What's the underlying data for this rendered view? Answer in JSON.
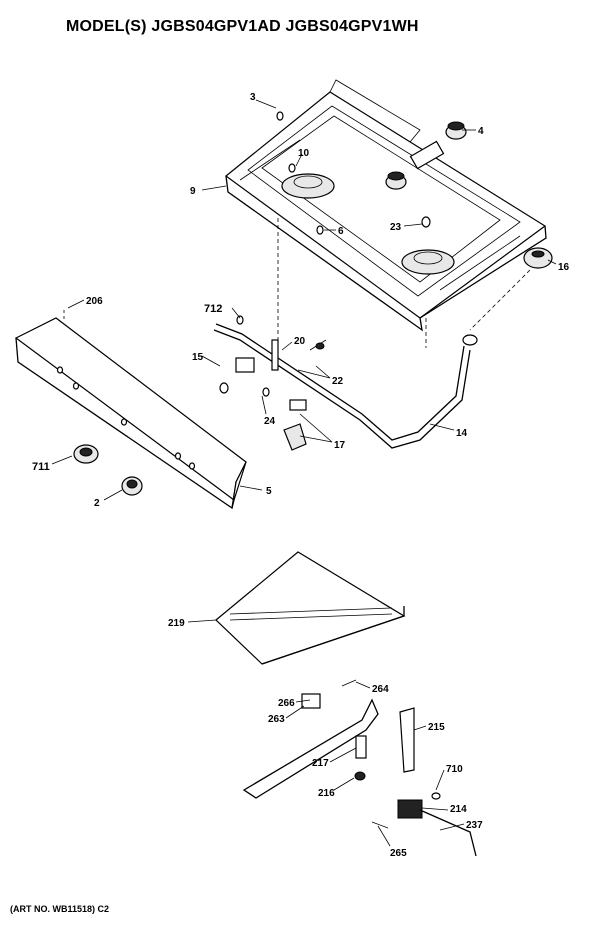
{
  "header": {
    "title": "MODEL(S) JGBS04GPV1AD  JGBS04GPV1WH"
  },
  "footer": {
    "art_no": "(ART NO. WB11518) C2"
  },
  "parts": {
    "p3": "3",
    "p4": "4",
    "p10": "10",
    "p9": "9",
    "p6": "6",
    "p23": "23",
    "p16": "16",
    "p206": "206",
    "p712": "712",
    "p20": "20",
    "p15": "15",
    "p22": "22",
    "p24": "24",
    "p17": "17",
    "p14": "14",
    "p711": "711",
    "p2": "2",
    "p5": "5",
    "p219": "219",
    "p264": "264",
    "p266": "266",
    "p263": "263",
    "p215": "215",
    "p217": "217",
    "p216": "216",
    "p710": "710",
    "p214": "214",
    "p237": "237",
    "p265": "265"
  }
}
